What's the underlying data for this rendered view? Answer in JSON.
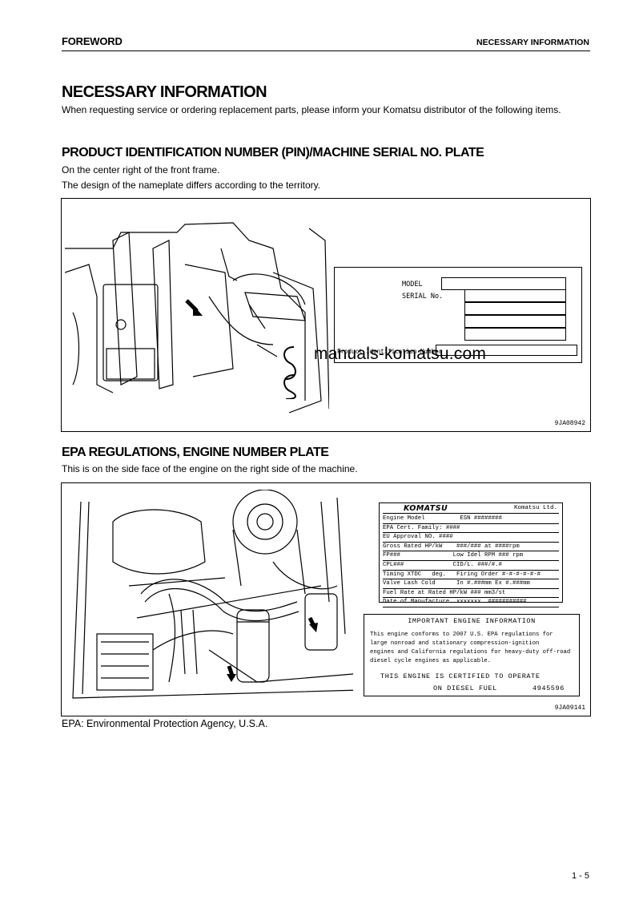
{
  "header": {
    "left": "FOREWORD",
    "right": "NECESSARY INFORMATION"
  },
  "title": "NECESSARY INFORMATION",
  "intro": "When requesting service or ordering replacement parts, please inform your Komatsu distributor of the following items.",
  "section1": {
    "heading": "PRODUCT IDENTIFICATION NUMBER (PIN)/MACHINE SERIAL NO. PLATE",
    "line1": "On the center right of the front frame.",
    "line2": "The design of the nameplate differs according to the territory.",
    "plate": {
      "model_label": "MODEL",
      "serial_label": "SERIAL No.",
      "pin_label": "Product Identification Number"
    },
    "figure_code": "9JA08942"
  },
  "watermark": "manuals-komatsu.com",
  "section2": {
    "heading": "EPA REGULATIONS, ENGINE NUMBER PLATE",
    "line1": "This is on the side face of the engine on the right side of the machine.",
    "plate": {
      "brand": "KOMATSU",
      "company": "Komatsu Ltd.",
      "rows": [
        "Engine Model          ESN ########",
        "EPA Cert. Family: ####",
        "EU Approval NO. ####",
        "Gross Rated HP/kW    ###/### at ####rpm",
        "FP###               Low Idel RPM ### rpm",
        "CPL###              CID/L. ###/#.#",
        "Timing XTDC   deg.   Firing Order #-#-#-#-#-#",
        "Valve Lash Cold      In #.###mm Ex #.###mm",
        "Fuel Rate at Rated HP/kW ### mm3/st",
        "Date of Manufacture  xxxxxxx  ###########"
      ]
    },
    "info": {
      "title": "IMPORTANT ENGINE INFORMATION",
      "body": [
        "This engine conforms to 2007 U.S. EPA regulations for",
        "large nonroad and stationary compression-ignition",
        "engines and California regulations for heavy-duty off-road",
        "diesel cycle engines as applicable."
      ],
      "cert1": "THIS ENGINE IS CERTIFIED TO OPERATE",
      "cert2": "ON DIESEL FUEL",
      "part_no": "4945596"
    },
    "figure_code": "9JA09141"
  },
  "epa_note": "EPA: Environmental Protection Agency, U.S.A.",
  "page_number": "1 - 5"
}
